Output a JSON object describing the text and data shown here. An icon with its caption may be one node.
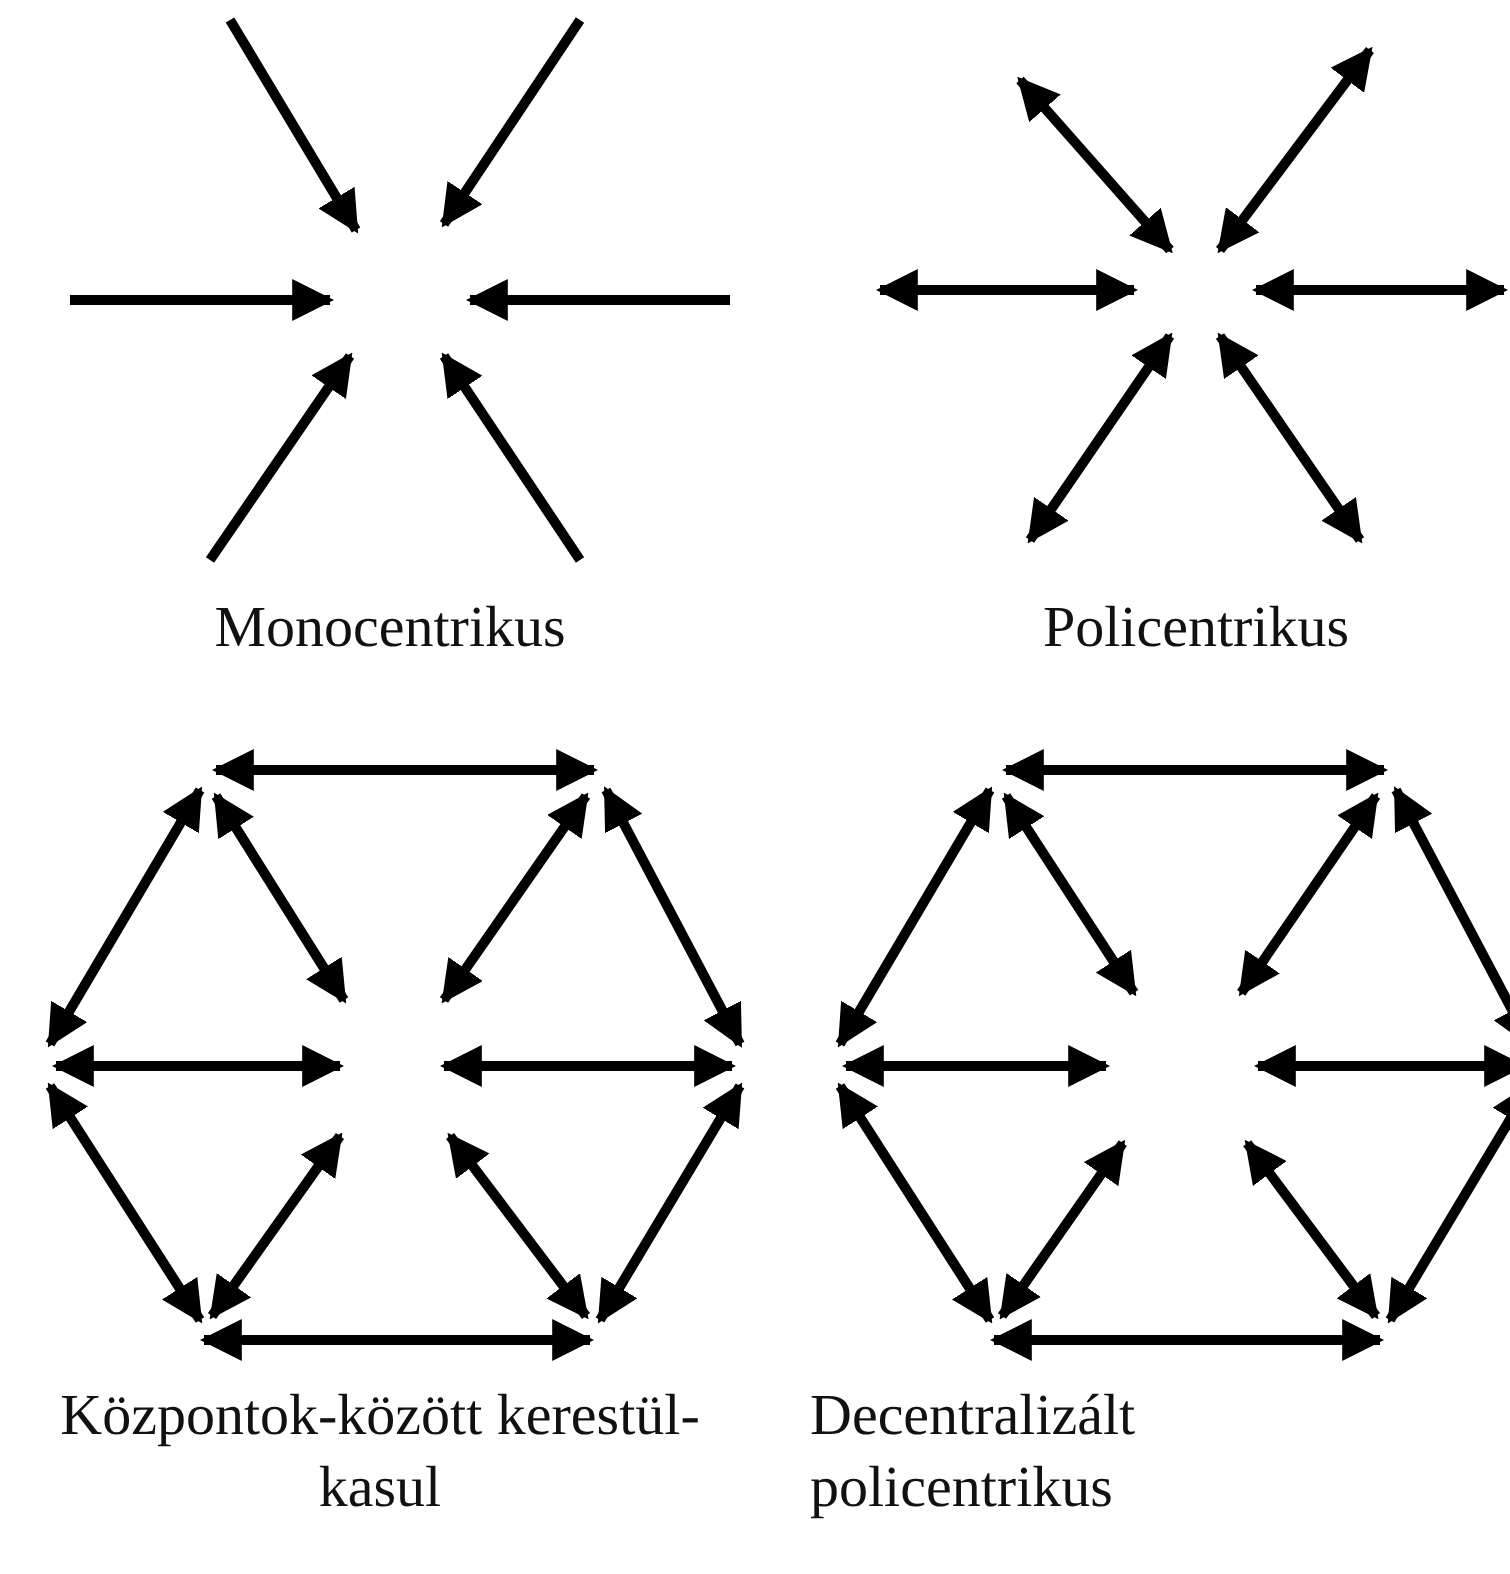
{
  "diagram": {
    "labels": [
      "Monocentrikus",
      "Policentrikus",
      "Központok-között kerestül-kasul",
      "Decentralizált policentrikus"
    ]
  }
}
